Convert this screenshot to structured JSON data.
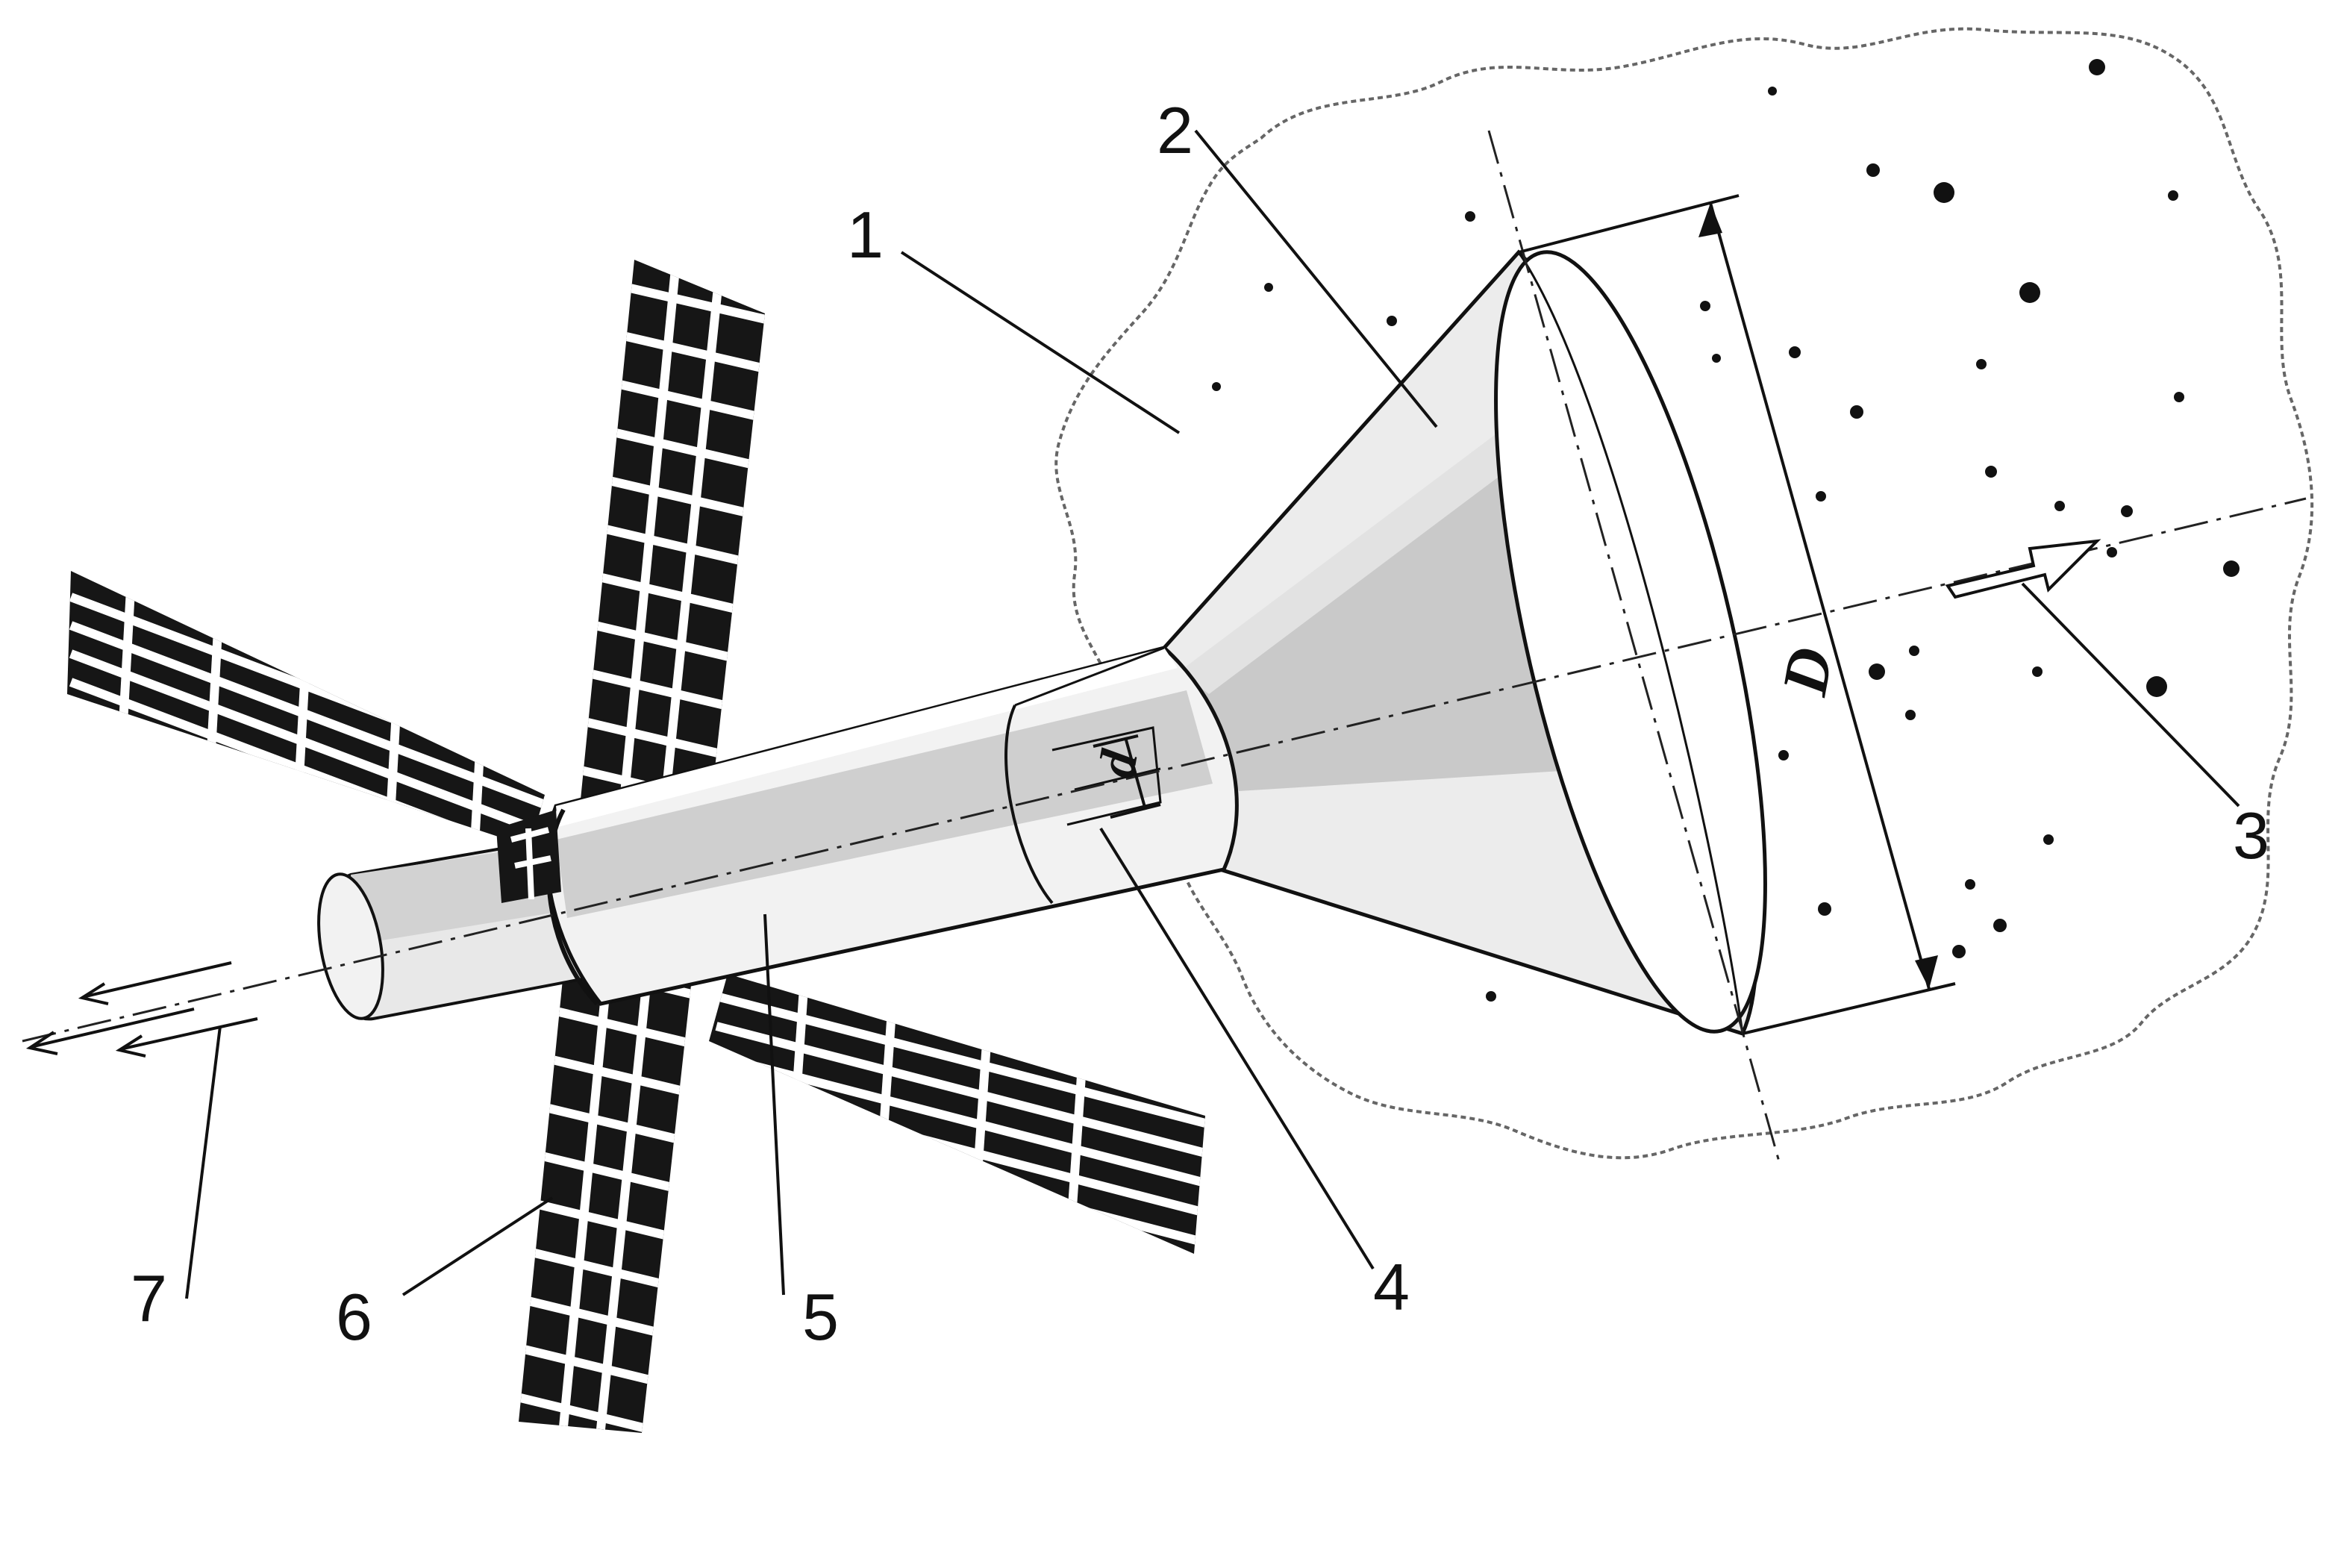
{
  "callouts": [
    {
      "id": "1",
      "label": "1"
    },
    {
      "id": "2",
      "label": "2"
    },
    {
      "id": "3",
      "label": "3"
    },
    {
      "id": "4",
      "label": "4"
    },
    {
      "id": "5",
      "label": "5"
    },
    {
      "id": "6",
      "label": "6"
    },
    {
      "id": "7",
      "label": "7"
    }
  ],
  "dimensions": {
    "large_diameter": "D",
    "small_diameter": "d"
  },
  "colors": {
    "outline": "#111111",
    "cone_shade": "#c9c9c9",
    "cone_light": "#ececec",
    "tube_shade": "#cfcfcf",
    "tube_light": "#f2f2f2",
    "panel_dark": "#161616",
    "panel_grid": "#ffffff",
    "cloud_edge": "#666666",
    "particles": "#111111"
  }
}
